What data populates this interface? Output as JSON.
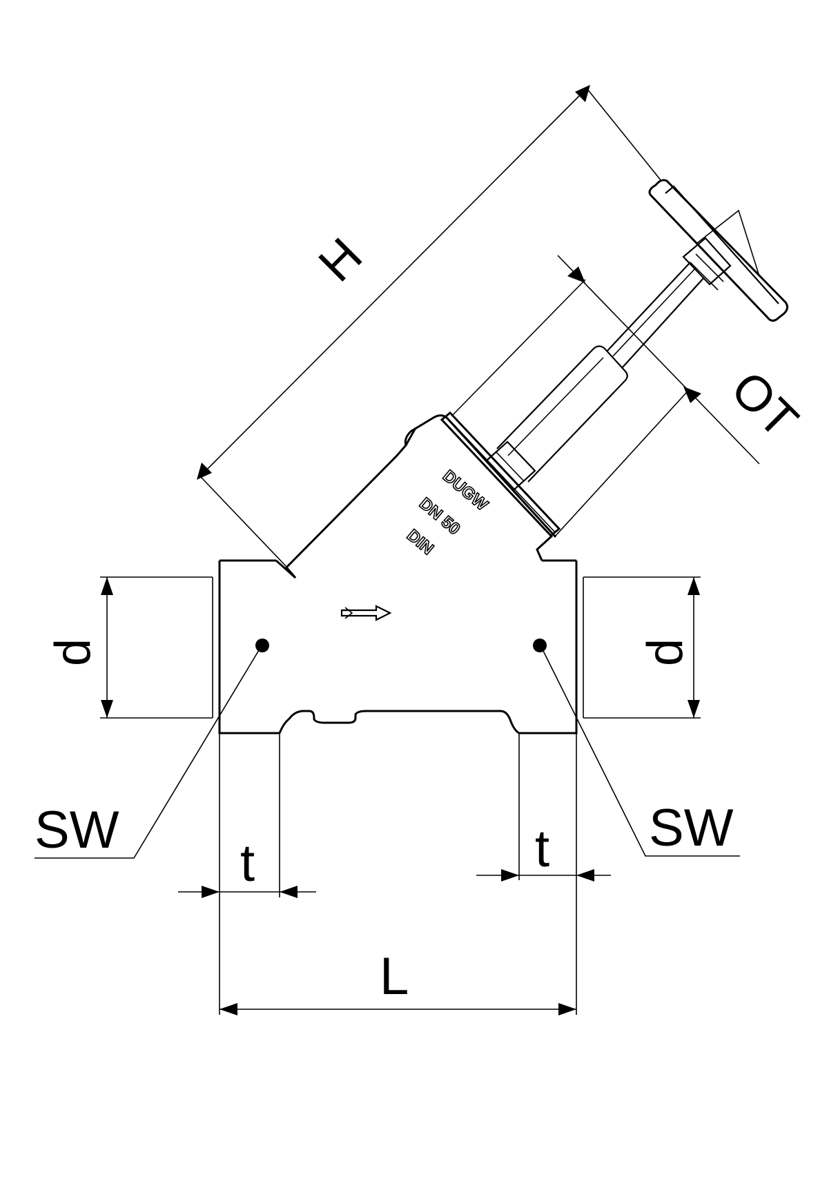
{
  "labels": {
    "height": "H",
    "operating_travel": "OT",
    "diameter_left": "d",
    "diameter_right": "d",
    "wrench_left": "SW",
    "wrench_right": "SW",
    "depth_left": "t",
    "depth_right": "t",
    "length": "L"
  },
  "body_markings": {
    "line1": "DUGW",
    "line2": "DN 50",
    "line3": "DIN"
  }
}
